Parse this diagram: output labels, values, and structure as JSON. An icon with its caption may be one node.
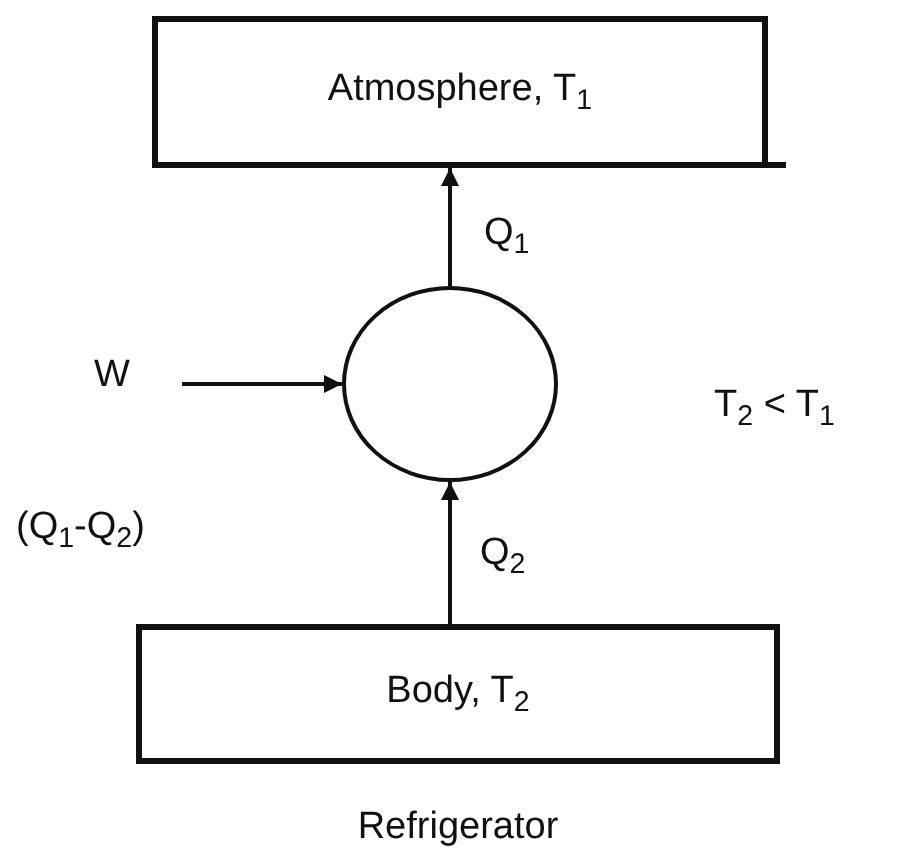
{
  "diagram": {
    "caption": "Refrigerator",
    "nodes": [
      {
        "text": [
          "Atmosphere, T$_{1}$"
        ]
      },
      {
        "text": [],
        "shape": "circle"
      },
      {
        "text": [
          "Body, T$_{2}$"
        ]
      },
      {
        "text": [
          "W"
        ]
      }
    ],
    "edges": [
      {
        "from": 1,
        "to": 0,
        "arrow": "to",
        "label": "Q$_{1}$"
      },
      {
        "from": 2,
        "to": 1,
        "arrow": "to",
        "label": "Q$_{2}$"
      },
      {
        "from": 3,
        "to": 1,
        "arrow": "to"
      }
    ],
    "labels": [
      "T$_{2}$ < T$_{1}$",
      "(Q$_{1}$-Q$_{2}$)"
    ]
  }
}
